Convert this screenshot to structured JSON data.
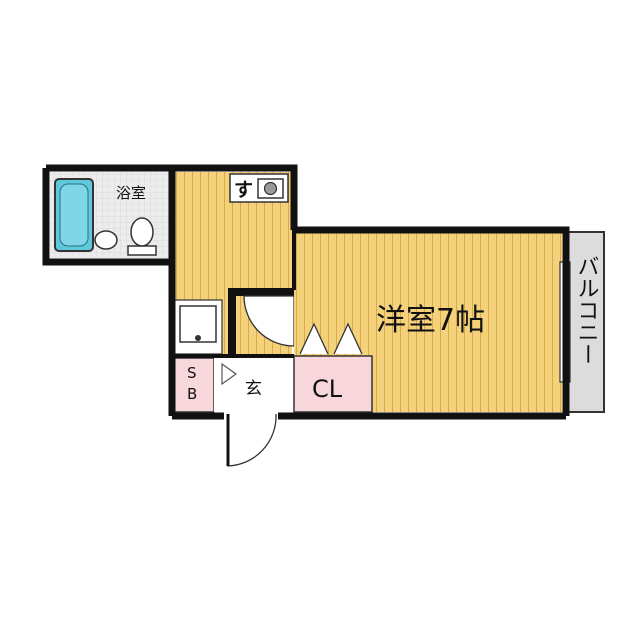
{
  "floor_plan": {
    "rooms": {
      "bathroom": "浴室",
      "western_room": "洋室7帖",
      "closet": "CL",
      "shoe_box_top": "S",
      "shoe_box_bottom": "B",
      "entrance": "玄",
      "balcony": "バルコニー"
    },
    "colors": {
      "wall": "#111111",
      "floor_wood": "#f4d27c",
      "floor_stripe": "#d9a94a",
      "bath_tub": "#5ec8dc",
      "tile": "#e8e8e8",
      "closet_pink": "#f7d7dc",
      "balcony_gray": "#dcdcdc"
    }
  }
}
